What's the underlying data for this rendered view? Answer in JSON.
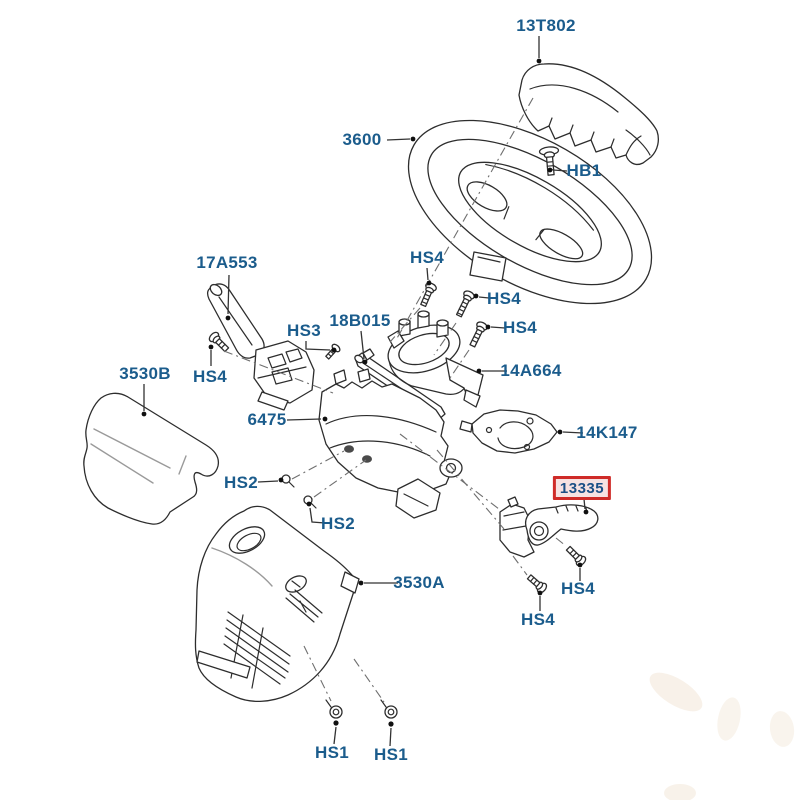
{
  "diagram": {
    "type": "exploded-parts-diagram",
    "colors": {
      "background": "#ffffff",
      "label": "#1b5c8c",
      "line": "#2d2d2d",
      "dash_line": "#6f6f6f",
      "leader": "#333333",
      "highlight_border": "#cf2b28",
      "highlight_background": "#f6e2e2"
    },
    "highlighted_label": "13335",
    "labels": [
      {
        "text": "13T802",
        "part": "airbag-module"
      },
      {
        "text": "3600",
        "part": "steering-wheel"
      },
      {
        "text": "HB1",
        "part": "airbag-bolt"
      },
      {
        "text": "HS4",
        "part": "screw"
      },
      {
        "text": "HS4",
        "part": "screw"
      },
      {
        "text": "HS4",
        "part": "screw"
      },
      {
        "text": "17A553",
        "part": "multifunction-switch-stalk"
      },
      {
        "text": "HS3",
        "part": "screw-pin"
      },
      {
        "text": "18B015",
        "part": "support-bar"
      },
      {
        "text": "HS4",
        "part": "screw"
      },
      {
        "text": "3530B",
        "part": "upper-column-shroud"
      },
      {
        "text": "6475",
        "part": "ignition-lock-housing"
      },
      {
        "text": "14A664",
        "part": "clockspring-bracket"
      },
      {
        "text": "14K147",
        "part": "cover-plate"
      },
      {
        "text": "HS2",
        "part": "screw"
      },
      {
        "text": "HS2",
        "part": "screw"
      },
      {
        "text": "3530A",
        "part": "lower-column-shroud"
      },
      {
        "text": "13335",
        "part": "tilt-lever",
        "highlighted": true
      },
      {
        "text": "HS4",
        "part": "screw"
      },
      {
        "text": "HS4",
        "part": "screw"
      },
      {
        "text": "HS1",
        "part": "screw"
      },
      {
        "text": "HS1",
        "part": "screw"
      }
    ]
  }
}
